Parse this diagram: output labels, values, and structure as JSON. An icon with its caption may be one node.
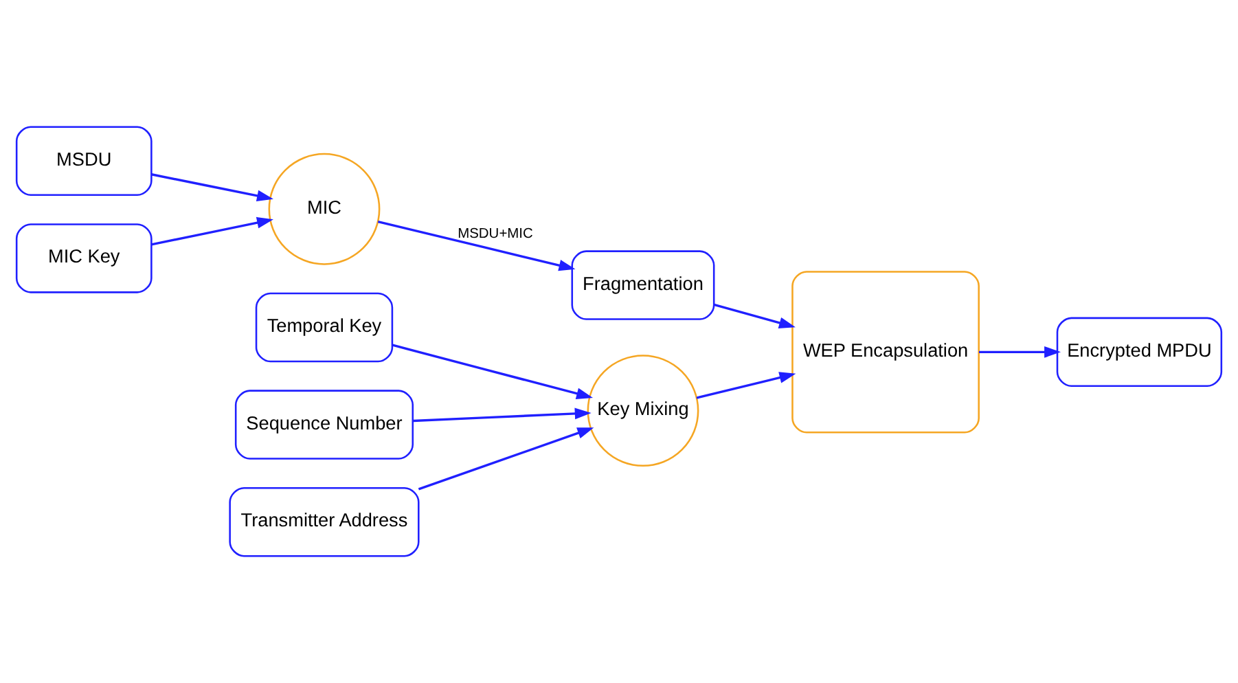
{
  "diagram": {
    "nodes": [
      {
        "text": [
          "Temporal Key"
        ]
      },
      {
        "text": [
          "Transmitter Address"
        ]
      },
      {
        "text": [
          "Sequence Number"
        ]
      },
      {
        "text": [
          "Key Mixing"
        ]
      },
      {
        "text": [
          "MSDU"
        ]
      },
      {
        "text": [
          "MIC Key"
        ]
      },
      {
        "text": [
          "MIC"
        ]
      },
      {
        "text": [
          "Fragmentation"
        ]
      },
      {
        "text": [
          "WEP Encapsulation"
        ]
      },
      {
        "text": [
          "Encrypted MPDU"
        ]
      }
    ],
    "edges": [
      {
        "from": 0,
        "to": 3,
        "arrow": "to"
      },
      {
        "from": 1,
        "to": 3,
        "arrow": "to"
      },
      {
        "from": 2,
        "to": 3,
        "arrow": "to"
      },
      {
        "from": 3,
        "to": 8,
        "arrow": "to"
      },
      {
        "from": 4,
        "to": 6,
        "arrow": "to"
      },
      {
        "from": 5,
        "to": 6,
        "arrow": "to"
      },
      {
        "from": 6,
        "to": 7,
        "arrow": "to",
        "label": "MSDU+MIC"
      },
      {
        "from": 7,
        "to": 8,
        "arrow": "to"
      },
      {
        "from": 8,
        "to": 9,
        "arrow": "to"
      }
    ]
  }
}
